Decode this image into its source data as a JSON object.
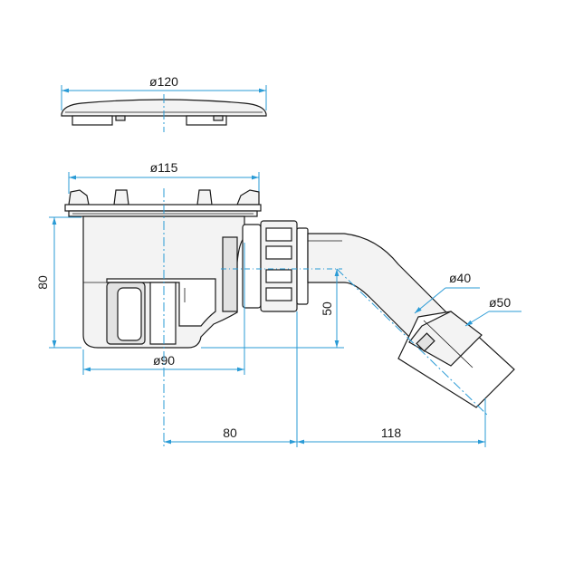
{
  "colors": {
    "dimension": "#2a9bd6",
    "outline": "#1a1a1a",
    "fill_light": "#f3f3f3",
    "fill_mid": "#e2e2e2"
  },
  "labels": {
    "cover_diameter": "ø120",
    "flange_diameter": "ø115",
    "body_height": "80",
    "body_diameter": "ø90",
    "outlet_height": "50",
    "horizontal_offset": "80",
    "outlet_length": "118",
    "outlet_small_diameter": "ø40",
    "outlet_large_diameter": "ø50"
  }
}
